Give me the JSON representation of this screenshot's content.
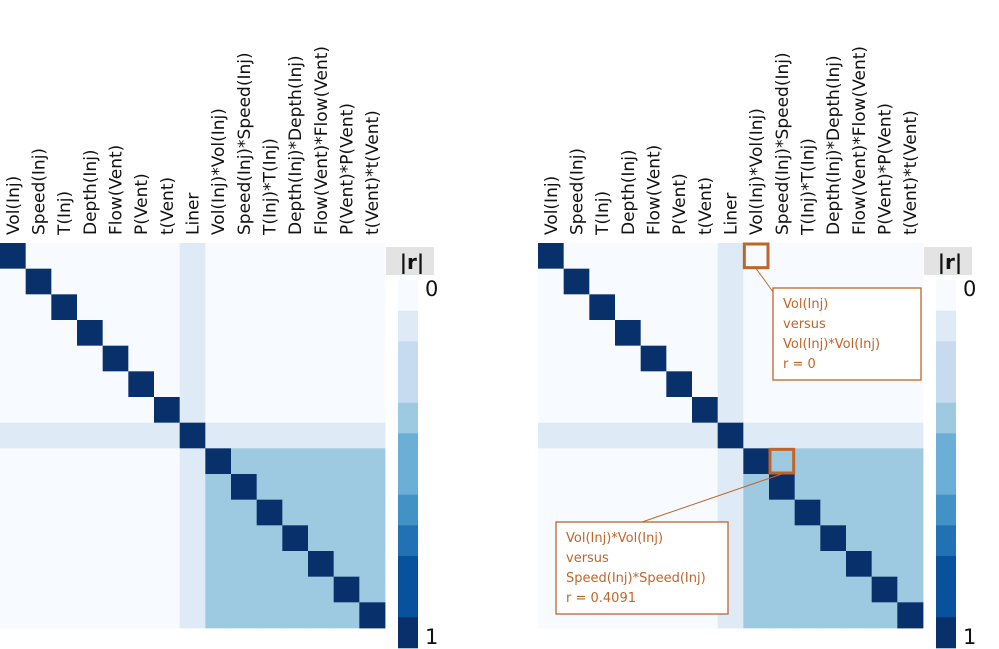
{
  "chart_data": [
    {
      "type": "heatmap",
      "title": "",
      "variables": [
        "Vol(Inj)",
        "Speed(Inj)",
        "T(Inj)",
        "Depth(Inj)",
        "Flow(Vent)",
        "P(Vent)",
        "t(Vent)",
        "Liner",
        "Vol(Inj)*Vol(Inj)",
        "Speed(Inj)*Speed(Inj)",
        "T(Inj)*T(Inj)",
        "Depth(Inj)*Depth(Inj)",
        "Flow(Vent)*Flow(Vent)",
        "P(Vent)*P(Vent)",
        "t(Vent)*t(Vent)"
      ],
      "value_label": "|r|",
      "color_range": [
        0,
        1
      ],
      "colorbar_ticks": [
        "0",
        "1"
      ],
      "diagonal_value": 1,
      "liner_row_value": 0.08,
      "quadratic_block_value": 0.4091,
      "default_value": 0.02
    },
    {
      "type": "heatmap",
      "title": "",
      "variables": [
        "Vol(Inj)",
        "Speed(Inj)",
        "T(Inj)",
        "Depth(Inj)",
        "Flow(Vent)",
        "P(Vent)",
        "t(Vent)",
        "Liner",
        "Vol(Inj)*Vol(Inj)",
        "Speed(Inj)*Speed(Inj)",
        "T(Inj)*T(Inj)",
        "Depth(Inj)*Depth(Inj)",
        "Flow(Vent)*Flow(Vent)",
        "P(Vent)*P(Vent)",
        "t(Vent)*t(Vent)"
      ],
      "value_label": "|r|",
      "color_range": [
        0,
        1
      ],
      "colorbar_ticks": [
        "0",
        "1"
      ],
      "diagonal_value": 1,
      "liner_row_value": 0.08,
      "quadratic_block_value": 0.4091,
      "default_value": 0.02,
      "annotations": [
        {
          "row": 0,
          "col": 8,
          "lines": [
            "Vol(Inj)",
            "versus",
            "Vol(Inj)*Vol(Inj)",
            "r = 0"
          ]
        },
        {
          "row": 8,
          "col": 9,
          "lines": [
            "Vol(Inj)*Vol(Inj)",
            "versus",
            "Speed(Inj)*Speed(Inj)",
            "r = 0.4091"
          ]
        }
      ]
    }
  ],
  "colors": {
    "scale": [
      "#f7fbff",
      "#deebf7",
      "#c6dbef",
      "#9ecae1",
      "#6baed6",
      "#4292c6",
      "#2171b5",
      "#08519c",
      "#08306b"
    ],
    "annotation": "#c0652a",
    "legend_header_bg": "#e3e3e3"
  }
}
